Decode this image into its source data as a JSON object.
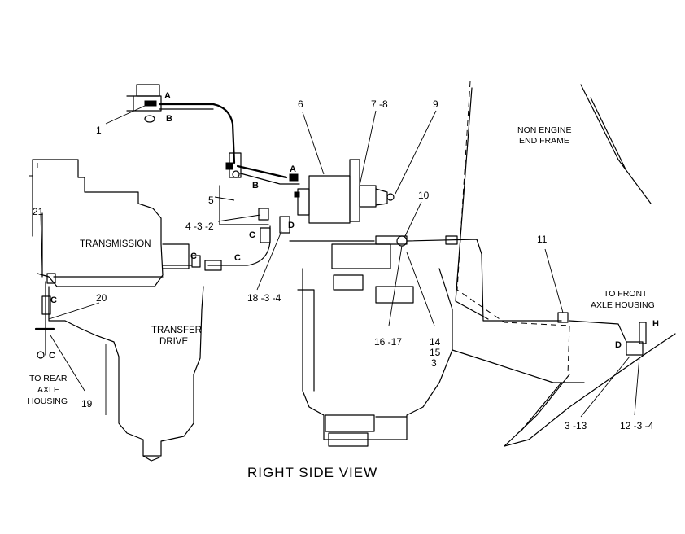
{
  "title": "RIGHT SIDE VIEW",
  "component_labels": {
    "transmission": "TRANSMISSION",
    "transfer_drive_line1": "TRANSFER",
    "transfer_drive_line2": "DRIVE",
    "non_engine_frame_line1": "NON ENGINE",
    "non_engine_frame_line2": "END FRAME",
    "front_axle_line1": "TO FRONT",
    "front_axle_line2": "AXLE HOUSING",
    "rear_axle_line1": "TO REAR",
    "rear_axle_line2": "AXLE",
    "rear_axle_line3": "HOUSING"
  },
  "callouts": {
    "c1": "1",
    "c6": "6",
    "c7_8": "7 -8",
    "c9": "9",
    "c5": "5",
    "c4_3_2": "4 -3 -2",
    "c10": "10",
    "c11": "11",
    "c21": "21",
    "c20": "20",
    "c19": "19",
    "c18_3_4": "18 -3 -4",
    "c16_17": "16 -17",
    "c14": "14",
    "c15": "15",
    "c3": "3",
    "c3_13": "3 -13",
    "c12_3_4": "12 -3 -4"
  },
  "port_letters": {
    "a_top": "A",
    "b_top": "B",
    "a_mid": "A",
    "b_mid": "B",
    "c_valve": "C",
    "c_trans": "C",
    "c_line": "C",
    "d_port": "D",
    "c_rear_upper": "C",
    "c_rear_lower": "C",
    "d_front": "D",
    "h_front": "H"
  }
}
